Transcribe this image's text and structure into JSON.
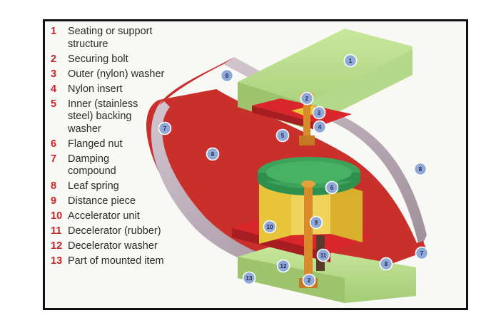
{
  "legend": [
    {
      "num": "1",
      "text": "Seating or support\nstructure"
    },
    {
      "num": "2",
      "text": "Securing bolt"
    },
    {
      "num": "3",
      "text": "Outer (nylon) washer"
    },
    {
      "num": "4",
      "text": "Nylon insert"
    },
    {
      "num": "5",
      "text": "Inner (stainless\nsteel) backing\nwasher"
    },
    {
      "num": "6",
      "text": "Flanged nut"
    },
    {
      "num": "7",
      "text": "Damping\ncompound"
    },
    {
      "num": "8",
      "text": "Leaf spring"
    },
    {
      "num": "9",
      "text": "Distance piece"
    },
    {
      "num": "10",
      "text": "Accelerator unit"
    },
    {
      "num": "11",
      "text": "Decelerator (rubber)"
    },
    {
      "num": "12",
      "text": "Decelerator washer"
    },
    {
      "num": "13",
      "text": "Part of mounted item"
    }
  ],
  "callouts": [
    "1",
    "2",
    "3",
    "4",
    "5",
    "6",
    "7",
    "7",
    "8",
    "8",
    "8",
    "8",
    "9",
    "10",
    "11",
    "12",
    "2",
    "13"
  ],
  "colors": {
    "number_red": "#c4252b",
    "spring_face": "#b8a8b4",
    "spring_edge": "#c9302c",
    "block_green": "#b6dc8a",
    "nut_green": "#2f8f4c",
    "washer_red": "#d8262b",
    "insert_yellow": "#e8c43a",
    "bolt_orange": "#d98a2a",
    "callout_blue": "#8fa8d6"
  }
}
